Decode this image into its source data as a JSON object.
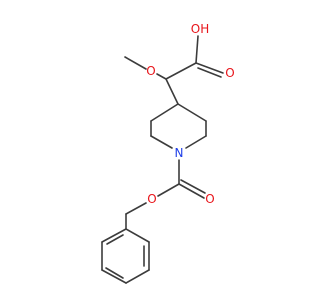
{
  "molecule": {
    "atoms": {
      "oh": {
        "text": "OH",
        "color": "#e8151b"
      },
      "o_carbonyl_acid": {
        "text": "O",
        "color": "#e8151b"
      },
      "o_methoxy": {
        "text": "O",
        "color": "#e8151b"
      },
      "n": {
        "text": "N",
        "color": "#1f3fe8"
      },
      "o_carbonyl_cbz": {
        "text": "O",
        "color": "#e8151b"
      },
      "o_ester": {
        "text": "O",
        "color": "#e8151b"
      }
    },
    "bond_color": "#3c3c3c"
  }
}
